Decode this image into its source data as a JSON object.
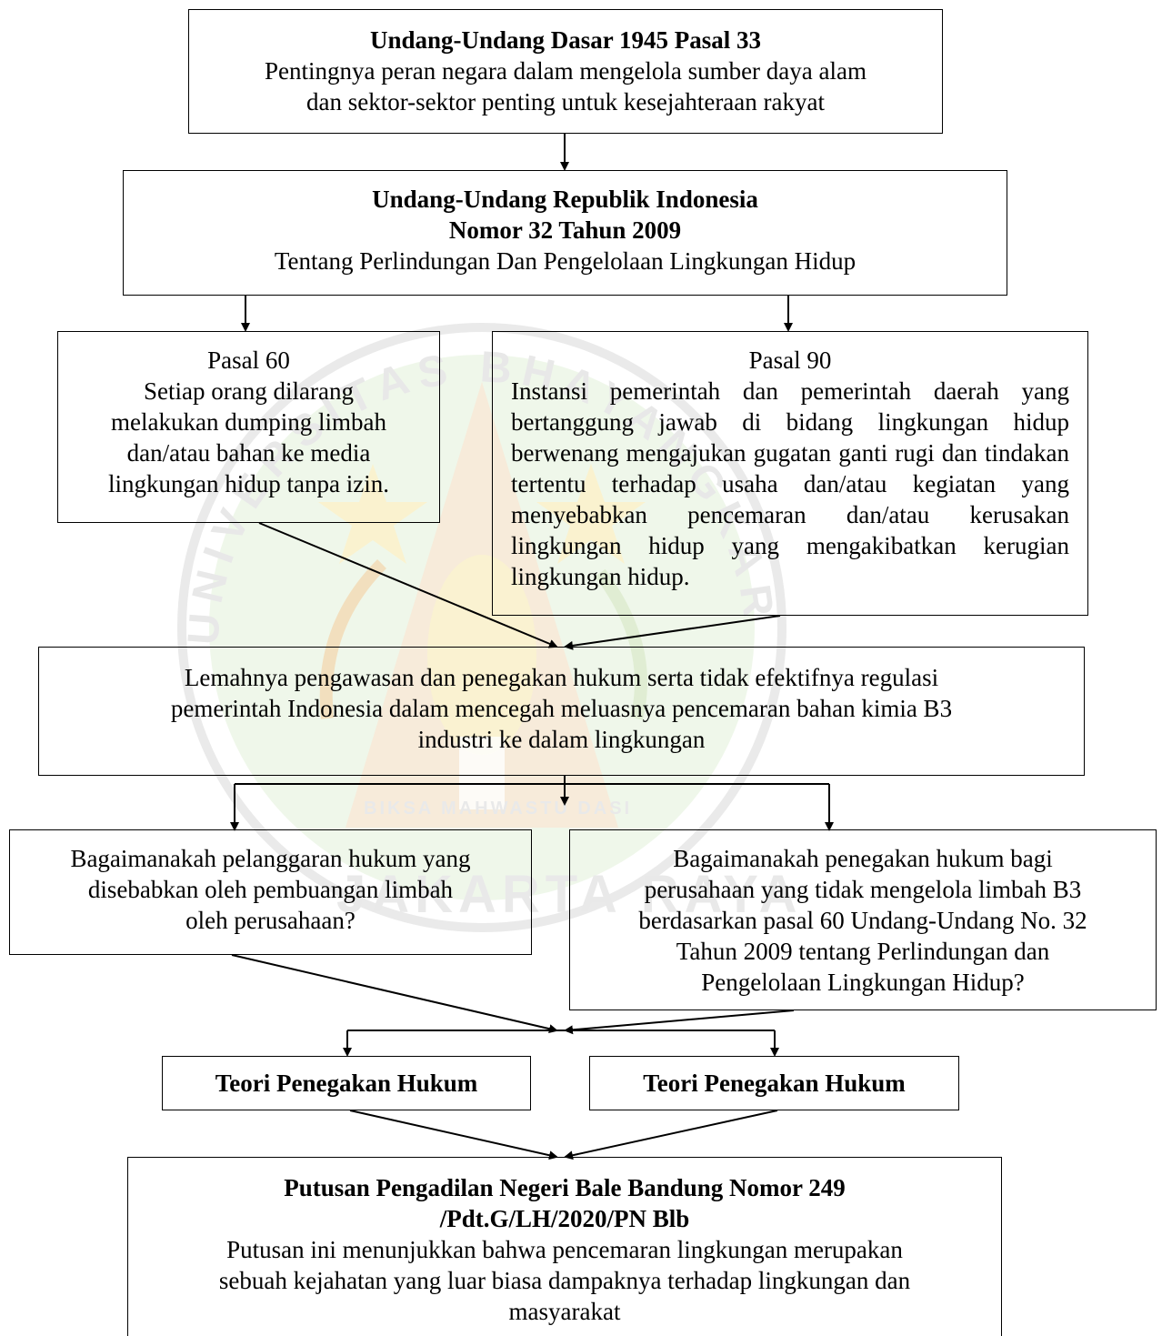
{
  "boxes": {
    "uud": {
      "title": "Undang-Undang Dasar 1945 Pasal 33",
      "line1": "Pentingnya peran negara dalam mengelola sumber daya alam",
      "line2": "dan sektor-sektor penting untuk kesejahteraan rakyat"
    },
    "uu32": {
      "title1": "Undang-Undang Republik Indonesia",
      "title2": "Nomor 32 Tahun 2009",
      "line1": "Tentang Perlindungan Dan Pengelolaan Lingkungan Hidup"
    },
    "pasal60": {
      "title": "Pasal 60",
      "line1": "Setiap orang dilarang",
      "line2": "melakukan dumping limbah",
      "line3": "dan/atau bahan ke media",
      "line4": "lingkungan hidup tanpa izin."
    },
    "pasal90": {
      "title": "Pasal 90",
      "body": "Instansi pemerintah dan pemerintah daerah yang bertanggung jawab di bidang lingkungan hidup berwenang mengajukan gugatan ganti rugi dan tindakan tertentu terhadap usaha dan/atau kegiatan yang menyebabkan pencemaran dan/atau kerusakan lingkungan hidup yang mengakibatkan kerugian lingkungan hidup."
    },
    "problem": {
      "line1": "Lemahnya pengawasan dan penegakan hukum serta tidak efektifnya regulasi",
      "line2": "pemerintah Indonesia dalam mencegah meluasnya pencemaran bahan kimia B3",
      "line3": "industri ke dalam lingkungan"
    },
    "q1": {
      "line1": "Bagaimanakah pelanggaran hukum yang",
      "line2": "disebabkan oleh pembuangan limbah",
      "line3": "oleh perusahaan?"
    },
    "q2": {
      "line1": "Bagaimanakah penegakan hukum bagi",
      "line2": "perusahaan yang tidak mengelola limbah B3",
      "line3": "berdasarkan pasal 60 Undang-Undang No. 32",
      "line4": "Tahun 2009 tentang Perlindungan dan",
      "line5": "Pengelolaan Lingkungan Hidup?"
    },
    "teori1": {
      "label": "Teori Penegakan Hukum"
    },
    "teori2": {
      "label": "Teori Penegakan Hukum"
    },
    "putusan": {
      "title1": "Putusan Pengadilan Negeri Bale Bandung Nomor 249",
      "title2": "/Pdt.G/LH/2020/PN Blb",
      "line1": "Putusan ini menunjukkan bahwa pencemaran lingkungan merupakan",
      "line2": "sebuah kejahatan yang luar biasa dampaknya terhadap lingkungan dan",
      "line3": "masyarakat"
    }
  },
  "watermark": {
    "arc_text": "UNIVERSITAS BHAYANGKARA",
    "motto": "BIKSA MAHWASTU DASI",
    "bottom_text": "JAKARTA RAYA",
    "colors": {
      "green": "#cfe8c0",
      "orange": "#f4d2b0",
      "yellow": "#f6e9a8",
      "red": "#f2c4c4",
      "gray": "#d8d8d8"
    }
  },
  "colors": {
    "border": "#000000",
    "arrow": "#000000"
  }
}
